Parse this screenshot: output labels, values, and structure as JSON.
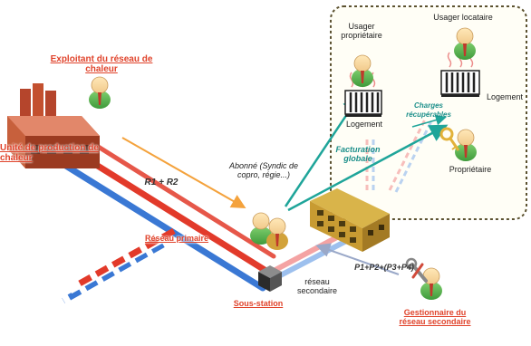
{
  "labels": {
    "exploitant": "Exploitant du réseau de chaleur",
    "unite": "Unité de production de chaleur",
    "r1r2": "R1 + R2",
    "reseau_primaire": "Réseau primaire",
    "sous_station": "Sous-station",
    "abonne": "Abonné (Syndic de copro, régie...)",
    "facturation": "Facturation globale",
    "usager_proprietaire": "Usager propriétaire",
    "usager_locataire": "Usager locataire",
    "logement_1": "Logement",
    "logement_2": "Logement",
    "charges": "Charges récupérables",
    "proprietaire": "Propriétaire",
    "p_formula": "P1+P2+(P3+P4)",
    "reseau_secondaire": "réseau secondaire",
    "gestionnaire": "Gestionnaire du réseau secondaire"
  },
  "colors": {
    "red_pipe": "#e23a2a",
    "blue_pipe": "#3a78d4",
    "orange_arrow": "#f4a23c",
    "teal_arrow": "#1fa59a",
    "dashed_border": "#5c5230",
    "zone_fill": "#fffef6"
  },
  "icons": [
    "factory-icon",
    "person-icon",
    "building-icon",
    "radiator-icon",
    "key-icon",
    "wrench-icon",
    "substation-cube-icon"
  ]
}
